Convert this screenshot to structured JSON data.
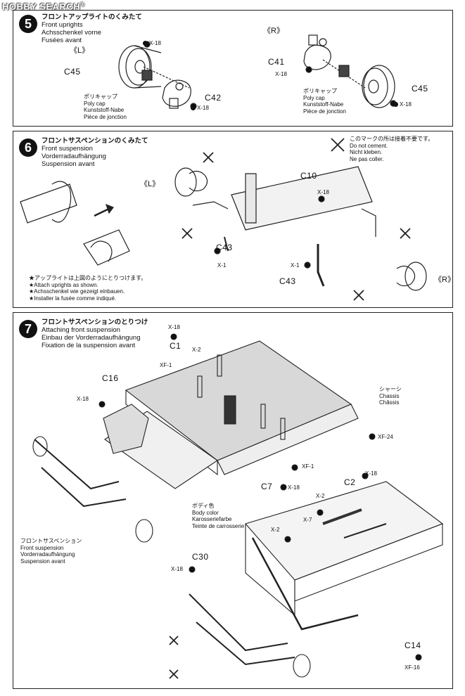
{
  "watermark": "HOBBY SEARCH",
  "steps": [
    {
      "number": "5",
      "title_jp": "フロントアップライトのくみたて",
      "title_en": "Front uprights",
      "title_de": "Achsschenkel vorne",
      "title_fr": "Fusées avant",
      "side_left": "《L》",
      "side_right": "《R》",
      "part_c45": "C45",
      "part_c42": "C42",
      "part_c41": "C41",
      "paint_x18": "X-18",
      "polycap_jp": "ポリキャップ",
      "polycap_en": "Poly cap",
      "polycap_de": "Kunststoff-Nabe",
      "polycap_fr": "Pièce de jonction"
    },
    {
      "number": "6",
      "title_jp": "フロントサスペンションのくみたて",
      "title_en": "Front suspension",
      "title_de": "Vorderradaufhängung",
      "title_fr": "Suspension avant",
      "side_left": "《L》",
      "side_right": "《R》",
      "part_c10": "C10",
      "part_c43": "C43",
      "paint_x18": "X-18",
      "paint_x1": "X-1",
      "nocement_jp": "このマークの所は接着不要です。",
      "nocement_en": "Do not cement.",
      "nocement_de": "Nicht kleben.",
      "nocement_fr": "Ne pas coller.",
      "note_jp": "★アップライトは上図のようにとりつけます。",
      "note_en": "★Attach uprights as shown.",
      "note_de": "★Achsschenkel wie gezeigt einbauen.",
      "note_fr": "★Installer la fusée comme indiqué."
    },
    {
      "number": "7",
      "title_jp": "フロントサスペンションのとりつけ",
      "title_en": "Attaching front suspension",
      "title_de": "Einbau der Vorderradaufhängung",
      "title_fr": "Fixation de la suspension avant",
      "part_c1": "C1",
      "part_c16": "C16",
      "part_c7": "C7",
      "part_c2": "C2",
      "part_c30": "C30",
      "part_c14": "C14",
      "paint_x18": "X-18",
      "paint_x2": "X-2",
      "paint_xf1": "XF-1",
      "paint_xf24": "XF-24",
      "paint_x7": "X-7",
      "paint_xf16": "XF-16",
      "chassis_jp": "シャーシ",
      "chassis_en": "Chassis",
      "chassis_fr": "Châssis",
      "body_jp": "ボディ色",
      "body_en": "Body color",
      "body_de": "Karosseriefarbe",
      "body_fr": "Teinte de carrosserie",
      "frontsusp_jp": "フロントサスペンション",
      "frontsusp_en": "Front suspension",
      "frontsusp_de": "Vorderradaufhängung",
      "frontsusp_fr": "Suspension avant"
    }
  ]
}
